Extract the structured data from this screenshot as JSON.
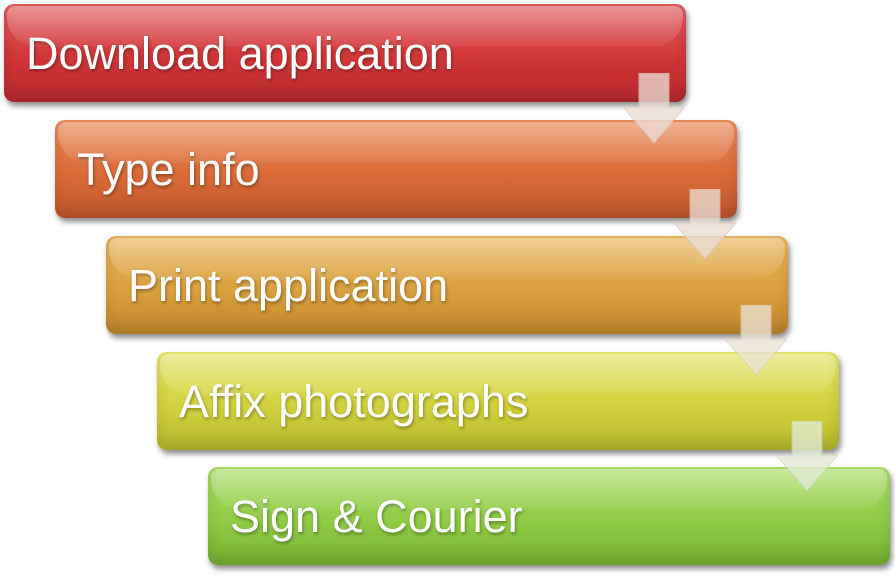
{
  "process": {
    "steps": [
      {
        "label": "Download application",
        "color": "#d13638"
      },
      {
        "label": "Type info",
        "color": "#db6b38"
      },
      {
        "label": "Print application",
        "color": "#d9a03d"
      },
      {
        "label": "Affix photographs",
        "color": "#d3d23d"
      },
      {
        "label": "Sign & Courier",
        "color": "#8fcc45"
      }
    ],
    "connector_icon": "down-arrow-icon",
    "connector_color": "#e8d9cf"
  }
}
